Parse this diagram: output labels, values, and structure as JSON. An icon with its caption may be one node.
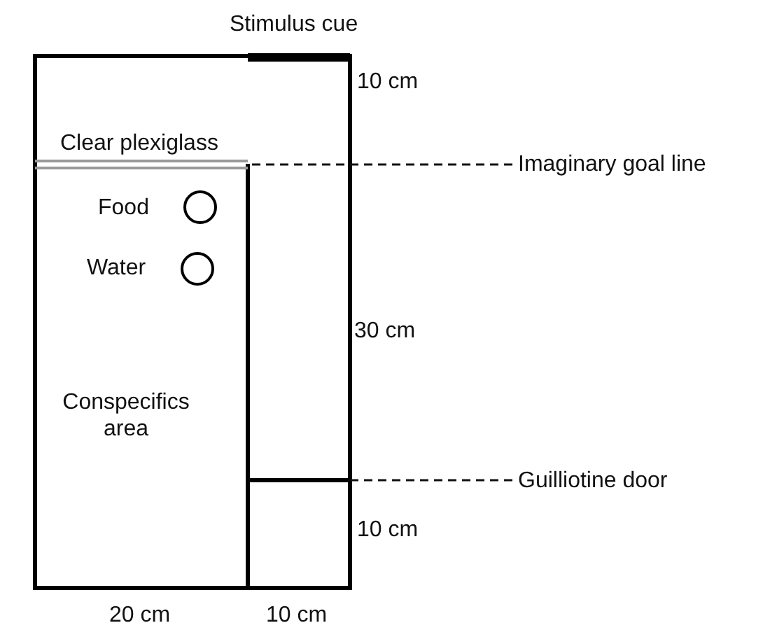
{
  "diagram": {
    "nodes": [
      {
        "text": [
          "Imaginary goal line"
        ]
      },
      {
        "text": [],
        "shape": "circle",
        "beside": [
          "Food"
        ]
      },
      {
        "text": [],
        "shape": "circle",
        "beside": [
          "Water"
        ]
      },
      {
        "text": [
          "Guilliotine door"
        ]
      },
      {
        "text": [],
        "shape": "bar"
      }
    ],
    "edges": [
      {
        "from": 0,
        "to": null,
        "arrow": "none",
        "style": "dashed"
      },
      {
        "from": 3,
        "to": 4,
        "arrow": "none",
        "style": "dashed"
      }
    ],
    "labels": [
      "Stimulus cue",
      "10 cm",
      "Clear plexiglass",
      "30 cm",
      "Conspecifics area",
      "10 cm",
      "20 cm",
      "10 cm"
    ]
  }
}
